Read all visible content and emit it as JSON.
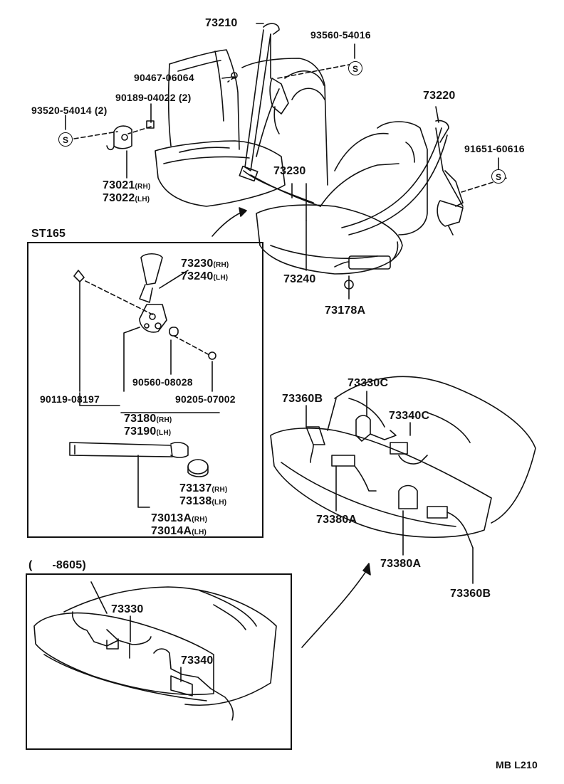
{
  "labels": {
    "p73210": "73210",
    "p93560": "93560-54016",
    "p90467": "90467-06064",
    "p90189": "90189-04022 (2)",
    "p93520": "93520-54014 (2)",
    "p73220": "73220",
    "p91651": "91651-60616",
    "p73230": "73230",
    "p73021": "73021",
    "p73022": "73022",
    "p73240": "73240",
    "p73178": "73178A",
    "st165_title": "ST165",
    "st_73230": "73230",
    "st_73240": "73240",
    "st_90560": "90560-08028",
    "st_90119": "90119-08197",
    "st_90205": "90205-07002",
    "st_73180": "73180",
    "st_73190": "73190",
    "st_73137": "73137",
    "st_73138": "73138",
    "st_73013": "73013A",
    "st_73014": "73014A",
    "r_73360b_top": "73360B",
    "r_73330c": "73330C",
    "r_73340c": "73340C",
    "r_73380a_1": "73380A",
    "r_73380a_2": "73380A",
    "r_73360b_bot": "73360B",
    "old_title": "(      -8605)",
    "old_73330": "73330",
    "old_73340": "73340",
    "footer_code": "MB L210"
  },
  "suffixes": {
    "rh": "(RH)",
    "lh": "(LH)"
  },
  "symbol": "S"
}
